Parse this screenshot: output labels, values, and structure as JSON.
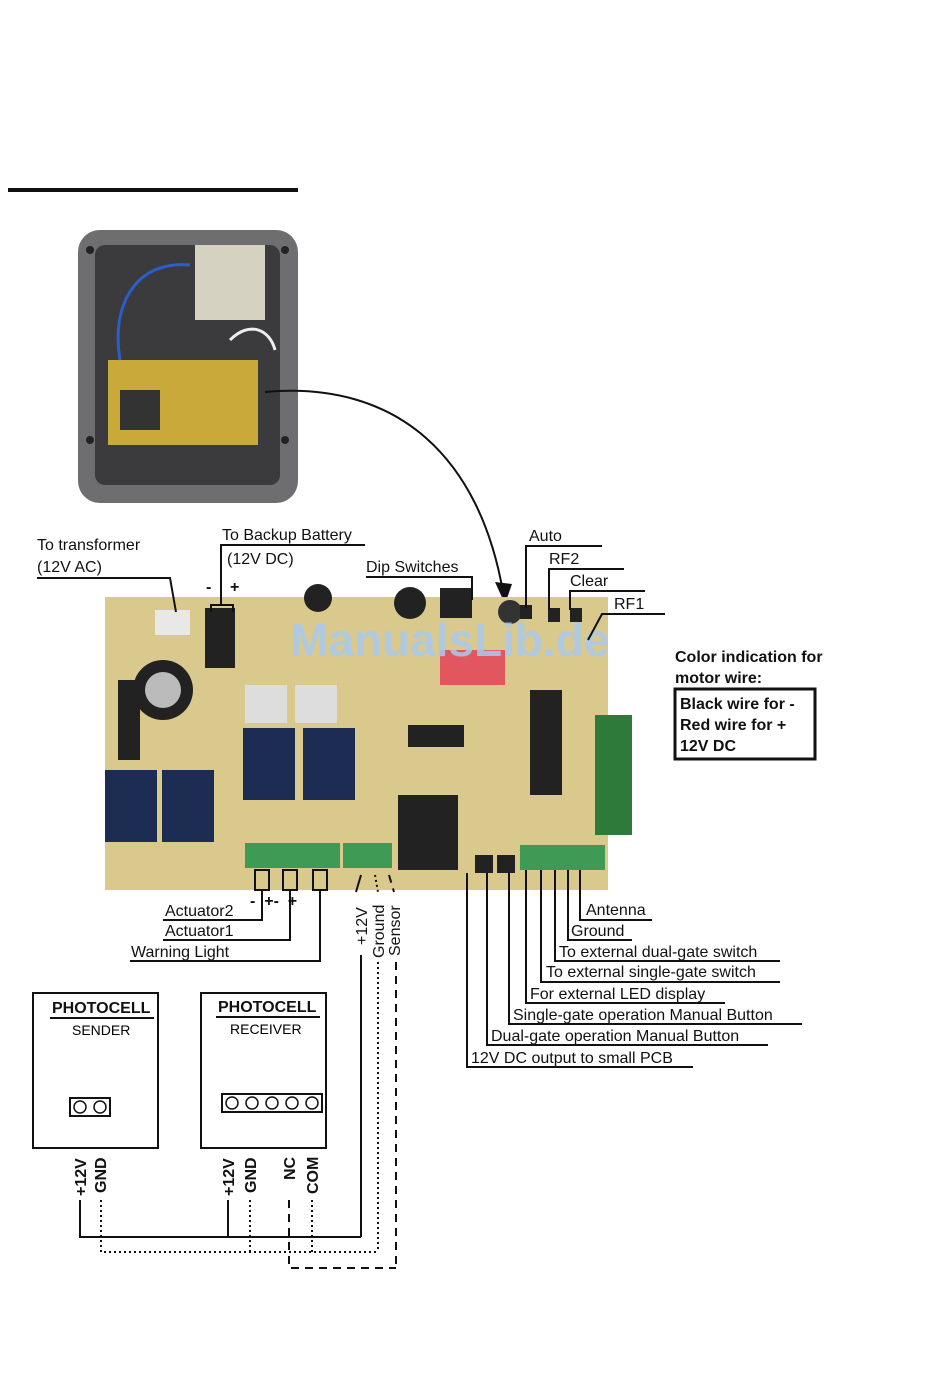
{
  "labels": {
    "transformer": "To transformer",
    "transformer_v": "(12V AC)",
    "battery": "To Backup Battery",
    "battery_v": "(12V DC)",
    "battery_minus": "-",
    "battery_plus": "+",
    "dip": "Dip Switches",
    "auto": "Auto",
    "rf2": "RF2",
    "clear": "Clear",
    "rf1": "RF1",
    "actuator2": "Actuator2",
    "actuator1": "Actuator1",
    "warning": "Warning Light",
    "polarity": "-  +-  +",
    "v12": "+12V",
    "ground": "Ground",
    "sensor": "Sensor"
  },
  "right_labels": [
    "Antenna",
    "Ground",
    "To external dual-gate switch",
    "To external single-gate switch",
    "For external LED display",
    "Single-gate operation Manual Button",
    "Dual-gate operation Manual Button",
    "12V DC output to small PCB"
  ],
  "color_box": {
    "title1": "Color indication for",
    "title2": "motor wire:",
    "line1": "Black wire for -",
    "line2": "Red wire for +",
    "line3": "12V DC"
  },
  "sender": {
    "title": "PHOTOCELL",
    "subtitle": "SENDER",
    "pins": [
      "+12V",
      "GND"
    ]
  },
  "receiver": {
    "title": "PHOTOCELL",
    "subtitle": "RECEIVER",
    "pins": [
      "+12V",
      "GND",
      "NC",
      "COM"
    ]
  },
  "watermark": "ManualsLib.de",
  "colors": {
    "pcb": "#d9c98c",
    "terminal": "#3f9a55",
    "enclosure": "#6e6e70"
  }
}
